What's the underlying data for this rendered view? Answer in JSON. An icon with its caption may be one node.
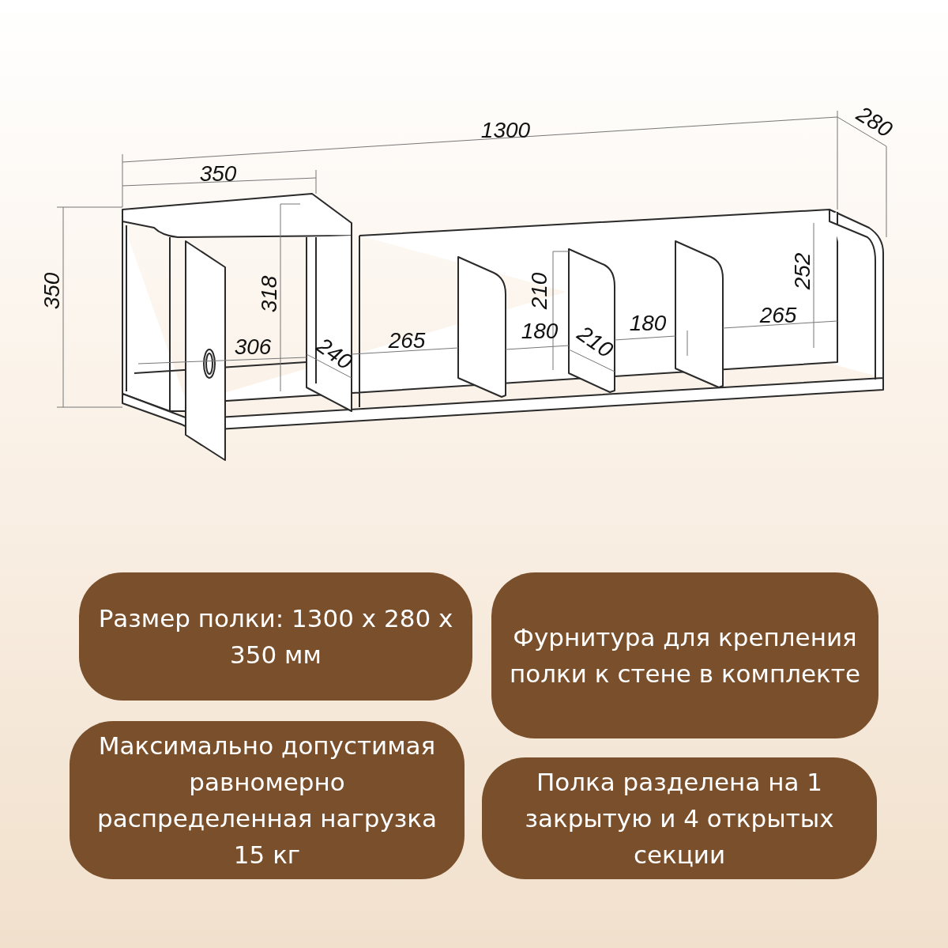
{
  "diagram": {
    "nodes": [
      {
        "text": [
          "Размер полки: 1300 х 280 х 350 мм"
        ]
      },
      {
        "text": [
          "Фурнитура для крепления полки к стене в комплекте"
        ]
      },
      {
        "text": [
          "Максимально допустимая равномерно распределенная нагрузка 15 кг"
        ]
      },
      {
        "text": [
          "Полка разделена на 1 закрытую и 4 открытых секции"
        ]
      }
    ],
    "labels": [
      "280",
      "1300",
      "350",
      "252",
      "350",
      "318",
      "210",
      "180",
      "180",
      "265",
      "265",
      "306",
      "210",
      "240"
    ]
  }
}
